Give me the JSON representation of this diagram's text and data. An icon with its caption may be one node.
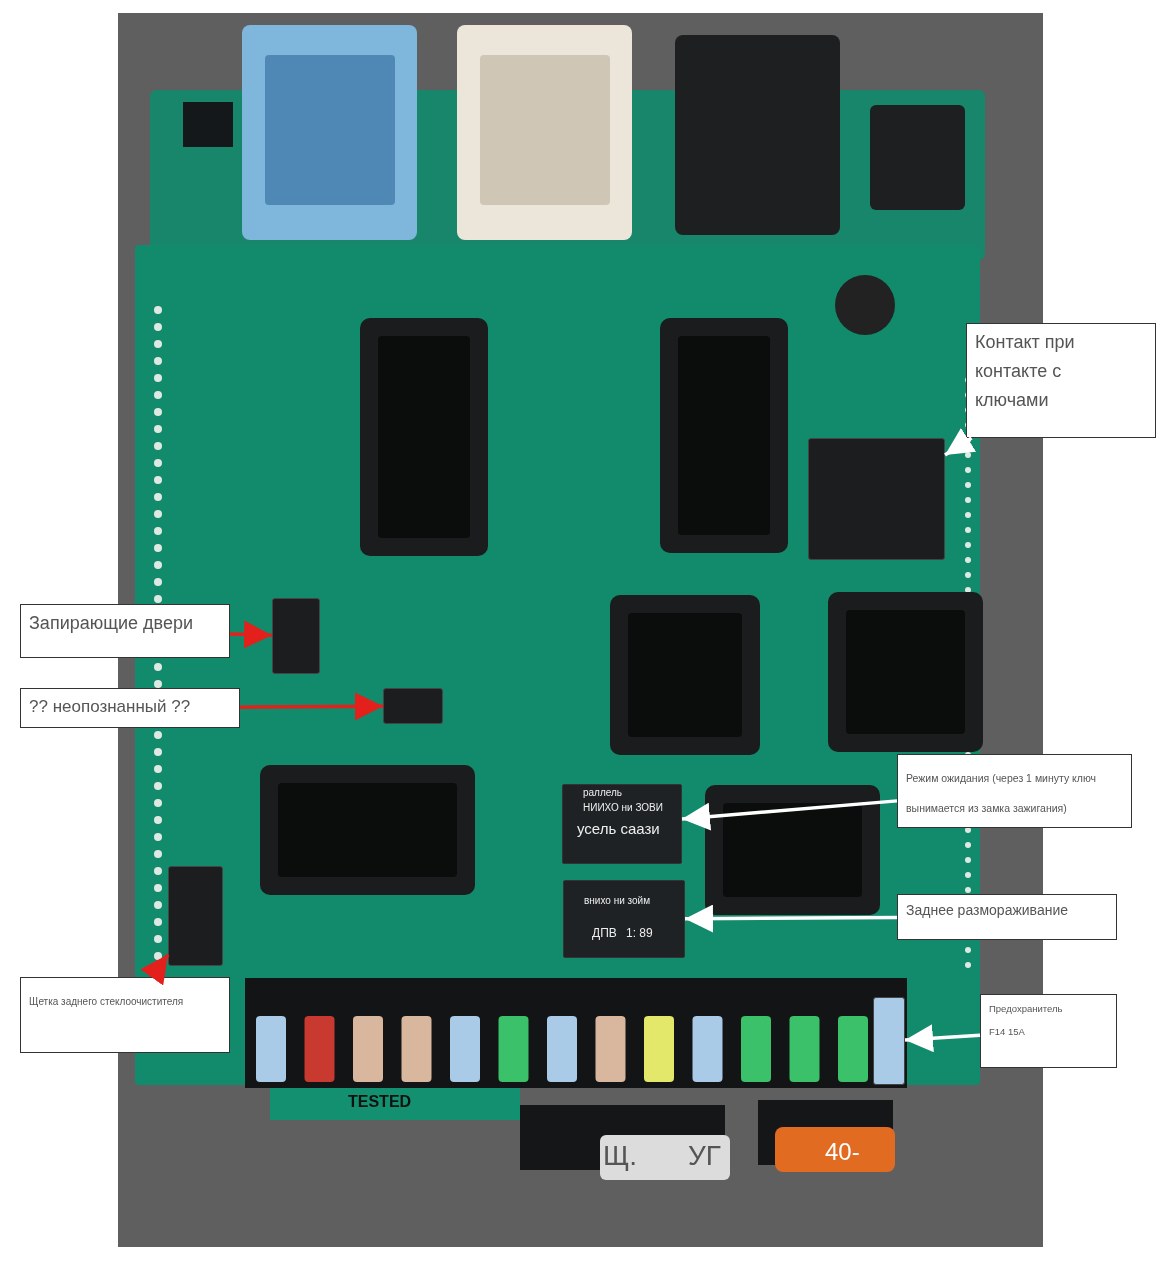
{
  "diagram": {
    "nodes": [
      {
        "text": [
          "Контакт при контакте с ключами"
        ]
      },
      {
        "text": [],
        "shape": "box"
      },
      {
        "text": [
          "Запирающие двери"
        ]
      },
      {
        "text": [],
        "shape": "box"
      },
      {
        "text": [
          "?? неопознанный ??"
        ]
      },
      {
        "text": [],
        "shape": "box"
      },
      {
        "text": [
          "Режим ожидания (через 1 минуту ключ вынимается из замка зажигания)"
        ]
      },
      {
        "text": [
          "раллель",
          "НИИХО ни ЗОВИ",
          "усель саази"
        ]
      },
      {
        "text": [
          "Заднее размораживание"
        ]
      },
      {
        "text": [
          "внихо ни зойм",
          "ДПВ",
          "1: 89"
        ]
      },
      {
        "text": [
          "Щетка заднего стеклоочистителя"
        ]
      },
      {
        "text": [],
        "shape": "box"
      },
      {
        "text": [
          "Предохранитель",
          "F14 15A"
        ]
      },
      {
        "text": [],
        "shape": "box"
      }
    ],
    "edges": [
      {
        "from": 0,
        "to": 1,
        "arrow": "to",
        "color": "#ffffff"
      },
      {
        "from": 2,
        "to": 3,
        "arrow": "to",
        "color": "#e3201b"
      },
      {
        "from": 4,
        "to": 5,
        "arrow": "to",
        "color": "#e3201b"
      },
      {
        "from": 6,
        "to": 7,
        "arrow": "to",
        "color": "#ffffff"
      },
      {
        "from": 8,
        "to": 9,
        "arrow": "to",
        "color": "#ffffff"
      },
      {
        "from": 10,
        "to": 11,
        "arrow": "to",
        "color": "#e3201b"
      },
      {
        "from": 12,
        "to": 13,
        "arrow": "to",
        "color": "#ffffff"
      }
    ],
    "labels": [
      "TESTED",
      "Щ.",
      "УГ",
      "40-"
    ]
  }
}
